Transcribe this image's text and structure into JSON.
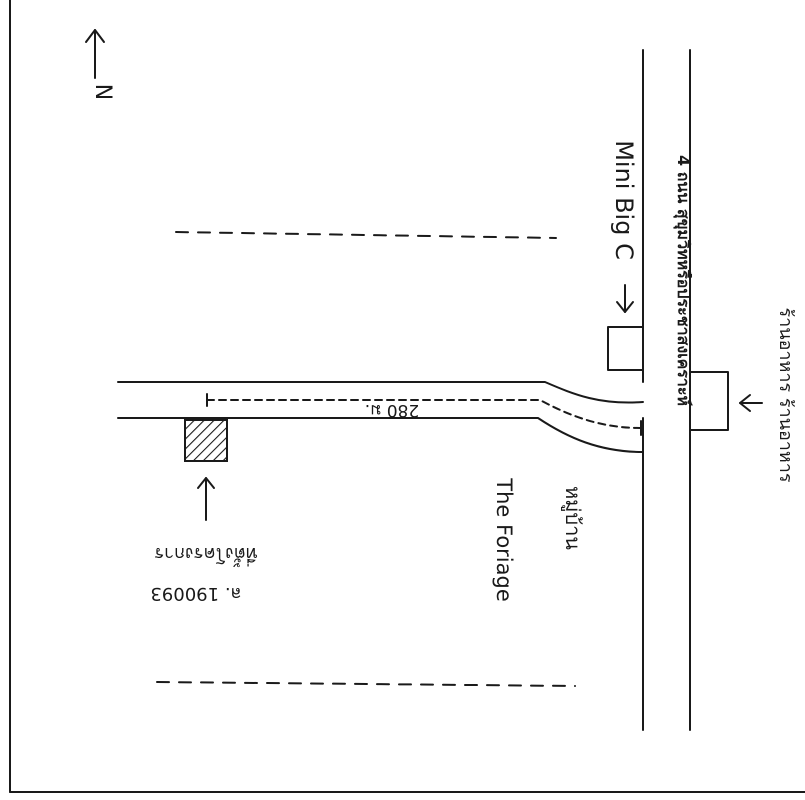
{
  "north_label": "N",
  "main_road_name": "4 ถนน สุขุมวิทหรือประชาสงเคราะห์",
  "landmarks": {
    "mini_big_c": "Mini Big C",
    "restaurant": "ร้านอาหาร ร้านอาหาร",
    "village": "หมู่บ้าน",
    "village_name": "The Foriage",
    "site": "ที่ตั้งโครงการ",
    "site_code": "ล. 190093"
  },
  "distance_label": "280 ม.",
  "colors": {
    "ink": "#1a1a1a",
    "paper": "#ffffff"
  }
}
